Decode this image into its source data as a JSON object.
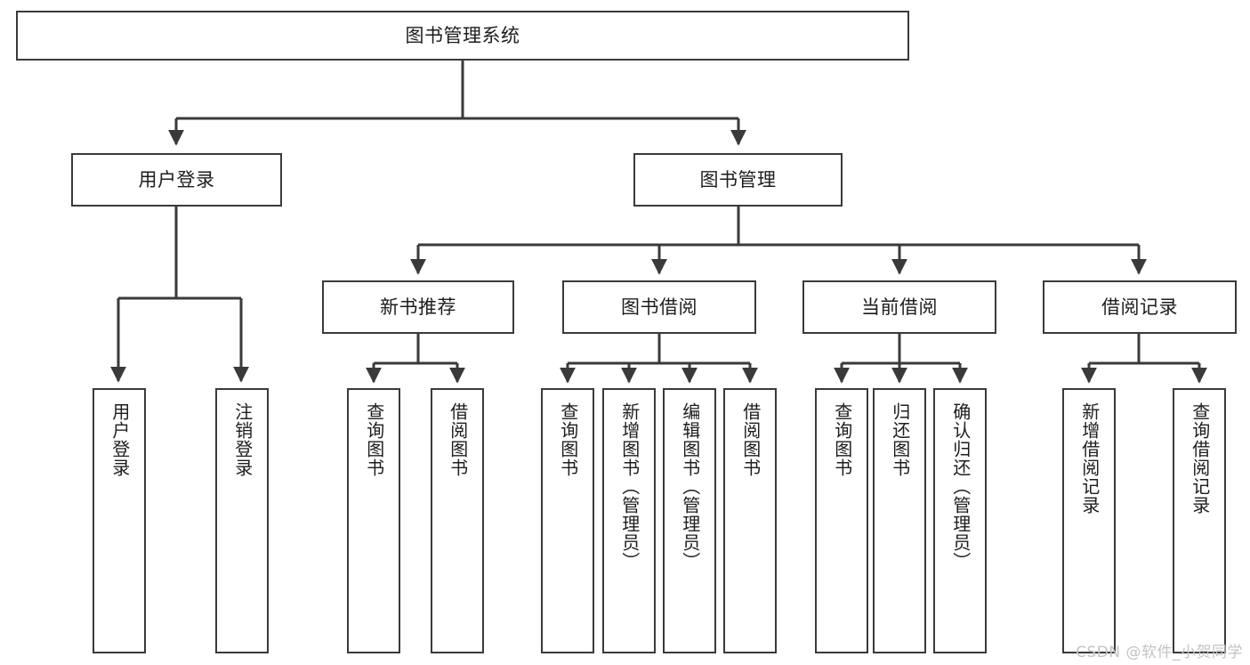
{
  "diagram": {
    "title": "图书管理系统",
    "type": "function-structure-tree",
    "background_color": "#ffffff",
    "border_color": "#3a3a3a",
    "text_color": "#1d1d1d",
    "watermark": "CSDN @软件_小贺同学",
    "root": {
      "label": "图书管理系统"
    },
    "level1": [
      {
        "label": "用户登录"
      },
      {
        "label": "图书管理"
      }
    ],
    "level2": [
      {
        "label": "新书推荐"
      },
      {
        "label": "图书借阅"
      },
      {
        "label": "当前借阅"
      },
      {
        "label": "借阅记录"
      }
    ],
    "leaves_user_login": [
      {
        "label": "用户登录"
      },
      {
        "label": "注销登录"
      }
    ],
    "leaves_new_book": [
      {
        "label": "查询图书"
      },
      {
        "label": "借阅图书"
      }
    ],
    "leaves_borrow": [
      {
        "label": "查询图书"
      },
      {
        "label": "新增图书（管理员）"
      },
      {
        "label": "编辑图书（管理员）"
      },
      {
        "label": "借阅图书"
      }
    ],
    "leaves_current": [
      {
        "label": "查询图书"
      },
      {
        "label": "归还图书"
      },
      {
        "label": "确认归还（管理员）"
      }
    ],
    "leaves_records": [
      {
        "label": "新增借阅记录"
      },
      {
        "label": "查询借阅记录"
      }
    ]
  }
}
